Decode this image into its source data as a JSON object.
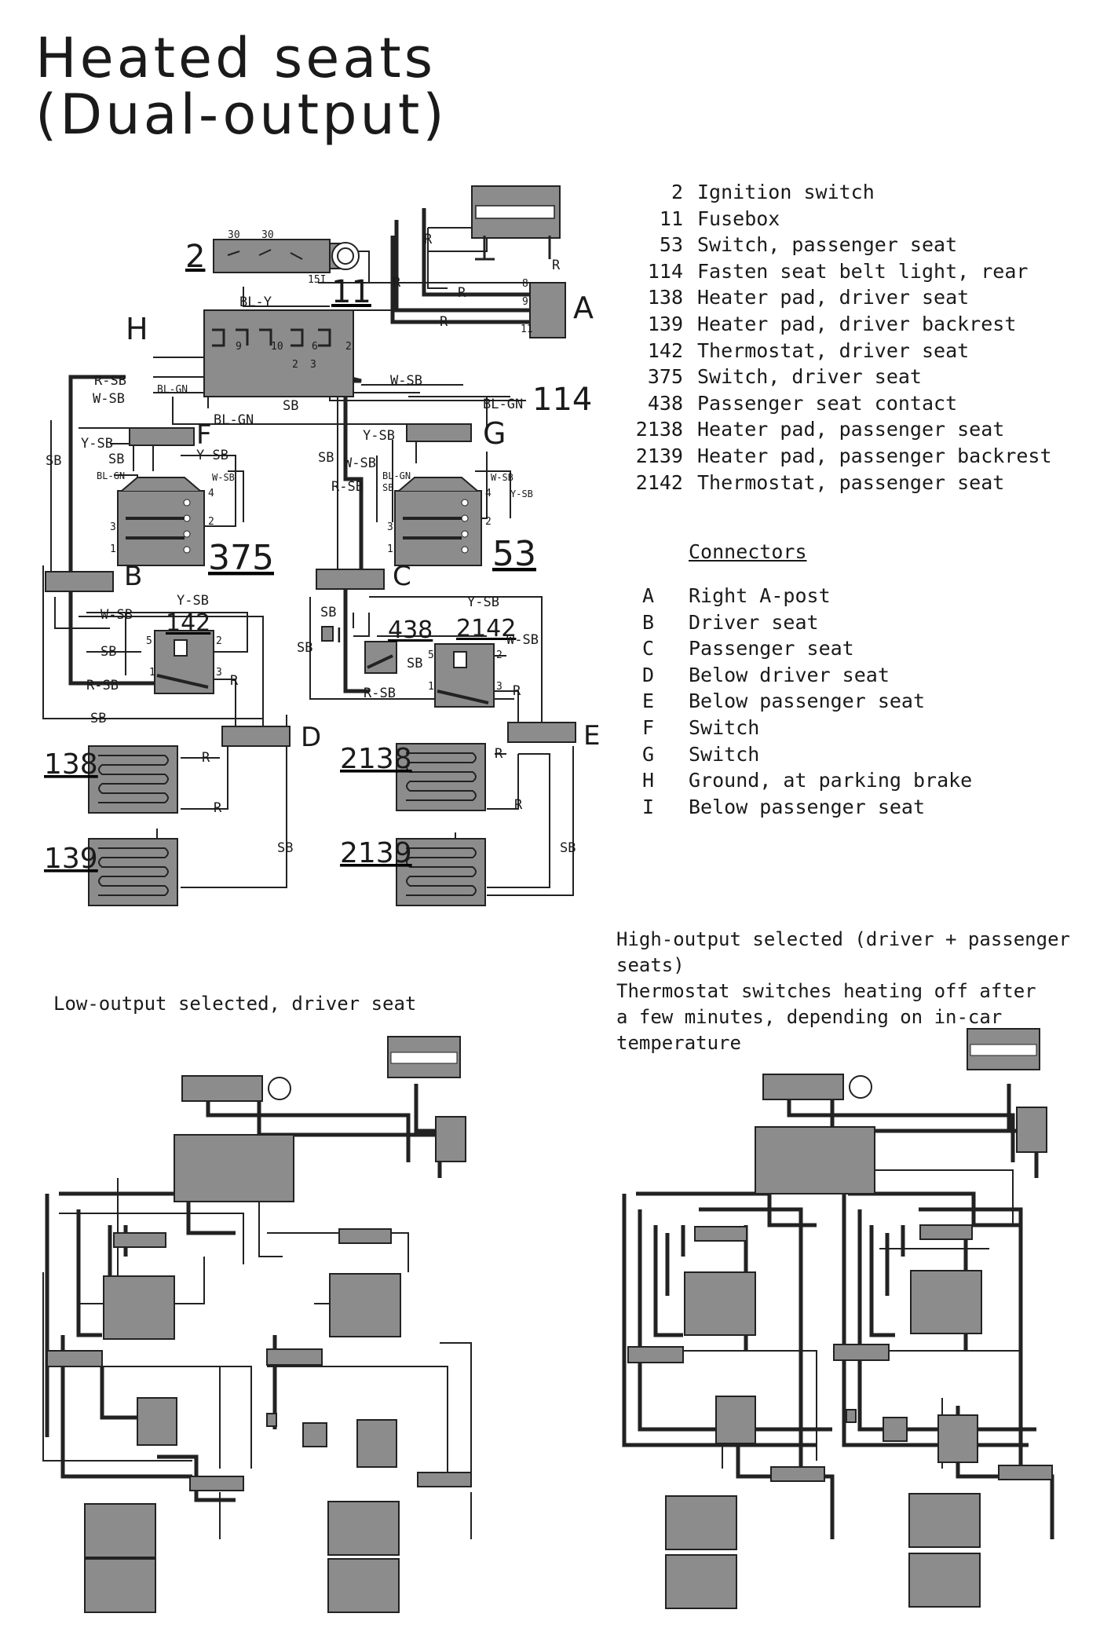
{
  "title": {
    "line1": "Heated seats",
    "line2": "(Dual-output)"
  },
  "components": [
    {
      "num": "2",
      "name": "Ignition switch"
    },
    {
      "num": "11",
      "name": "Fusebox"
    },
    {
      "num": "53",
      "name": "Switch, passenger seat"
    },
    {
      "num": "114",
      "name": "Fasten seat belt light, rear"
    },
    {
      "num": "138",
      "name": "Heater pad, driver seat"
    },
    {
      "num": "139",
      "name": "Heater pad, driver backrest"
    },
    {
      "num": "142",
      "name": "Thermostat, driver seat"
    },
    {
      "num": "375",
      "name": "Switch, driver seat"
    },
    {
      "num": "438",
      "name": "Passenger seat contact"
    },
    {
      "num": "2138",
      "name": "Heater pad, passenger seat"
    },
    {
      "num": "2139",
      "name": "Heater pad, passenger backrest"
    },
    {
      "num": "2142",
      "name": "Thermostat, passenger seat"
    }
  ],
  "connectors_heading": "Connectors",
  "connectors": [
    {
      "key": "A",
      "name": "Right A-post"
    },
    {
      "key": "B",
      "name": "Driver seat"
    },
    {
      "key": "C",
      "name": "Passenger seat"
    },
    {
      "key": "D",
      "name": "Below driver seat"
    },
    {
      "key": "E",
      "name": "Below passenger seat"
    },
    {
      "key": "F",
      "name": "Switch"
    },
    {
      "key": "G",
      "name": "Switch"
    },
    {
      "key": "H",
      "name": "Ground, at parking brake"
    },
    {
      "key": "I",
      "name": "Below passenger seat"
    }
  ],
  "captions": {
    "low": "Low-output selected, driver seat",
    "high": [
      "High-output selected (driver + passenger seats)",
      "Thermostat switches heating off after",
      "a few minutes, depending on in-car",
      "temperature"
    ]
  },
  "diagram_labels": {
    "refs": {
      "r2": "2",
      "r11": "11",
      "r114": "114",
      "r375": "375",
      "r53": "53",
      "r142": "142",
      "r438": "438",
      "r2142": "2142",
      "r138": "138",
      "r2138": "2138",
      "r139": "139",
      "r2139": "2139"
    },
    "conn": {
      "A": "A",
      "B": "B",
      "C": "C",
      "D": "D",
      "E": "E",
      "F": "F",
      "G": "G",
      "H": "H",
      "I": "I"
    },
    "wires": {
      "R": "R",
      "SB": "SB",
      "BL_Y": "BL-Y",
      "BL_GN": "BL-GN",
      "R_SB": "R-SB",
      "W_SB": "W-SB",
      "Y_SB": "Y-SB"
    },
    "pins": {
      "p1": "1",
      "p2": "2",
      "p3": "3",
      "p4": "4",
      "p5": "5",
      "p6": "6",
      "p8": "8",
      "p9": "9",
      "p10": "10",
      "p11": "11",
      "p30": "30",
      "p15": "15I"
    }
  },
  "colors": {
    "wire": "#222222",
    "component_fill": "#8c8c8c",
    "ink": "#1a1a1a"
  }
}
